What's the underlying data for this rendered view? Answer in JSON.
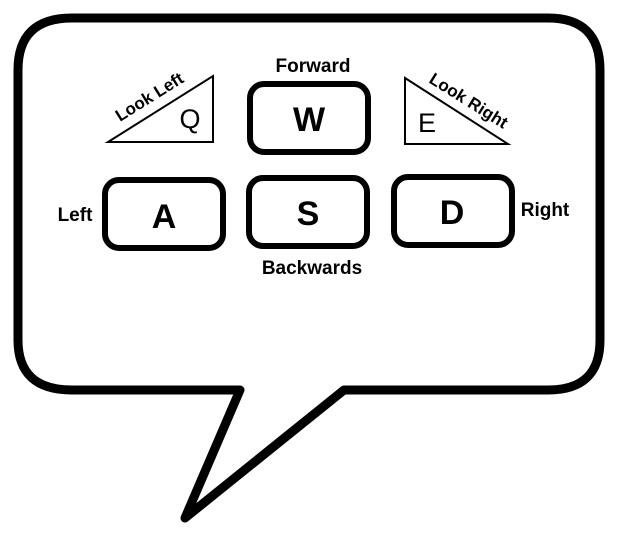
{
  "keys": {
    "w": {
      "letter": "W",
      "label": "Forward"
    },
    "a": {
      "letter": "A",
      "label": "Left"
    },
    "s": {
      "letter": "S",
      "label": "Backwards"
    },
    "d": {
      "letter": "D",
      "label": "Right"
    },
    "q": {
      "letter": "Q",
      "label": "Look Left"
    },
    "e": {
      "letter": "E",
      "label": "Look Right"
    }
  }
}
